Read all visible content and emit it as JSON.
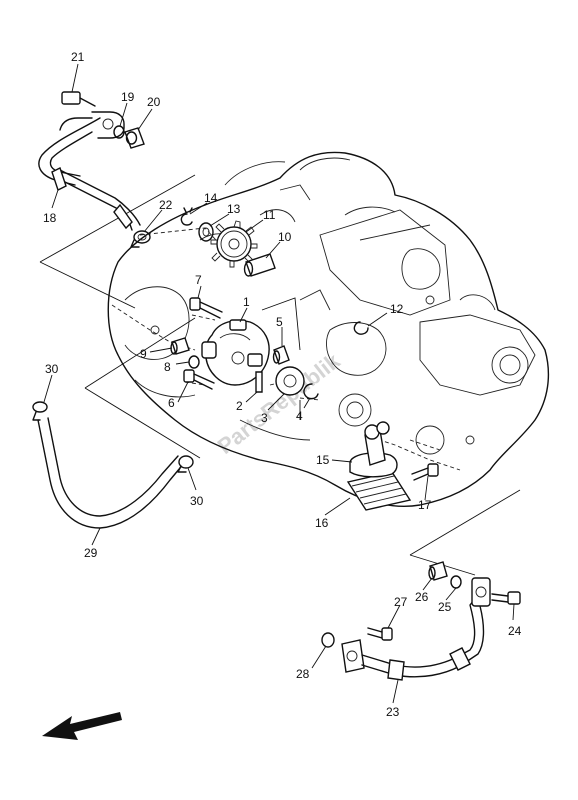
{
  "watermark": "PartsRepublik",
  "callouts": [
    {
      "id": "21",
      "label": "21"
    },
    {
      "id": "19",
      "label": "19"
    },
    {
      "id": "20",
      "label": "20"
    },
    {
      "id": "18",
      "label": "18"
    },
    {
      "id": "22",
      "label": "22"
    },
    {
      "id": "14",
      "label": "14"
    },
    {
      "id": "13",
      "label": "13"
    },
    {
      "id": "11",
      "label": "11"
    },
    {
      "id": "10",
      "label": "10"
    },
    {
      "id": "7",
      "label": "7"
    },
    {
      "id": "1",
      "label": "1"
    },
    {
      "id": "5",
      "label": "5"
    },
    {
      "id": "12",
      "label": "12"
    },
    {
      "id": "9",
      "label": "9"
    },
    {
      "id": "8",
      "label": "8"
    },
    {
      "id": "6",
      "label": "6"
    },
    {
      "id": "2",
      "label": "2"
    },
    {
      "id": "3",
      "label": "3"
    },
    {
      "id": "4",
      "label": "4"
    },
    {
      "id": "30a",
      "label": "30"
    },
    {
      "id": "30b",
      "label": "30"
    },
    {
      "id": "15",
      "label": "15"
    },
    {
      "id": "16",
      "label": "16"
    },
    {
      "id": "17",
      "label": "17"
    },
    {
      "id": "29",
      "label": "29"
    },
    {
      "id": "26",
      "label": "26"
    },
    {
      "id": "25",
      "label": "25"
    },
    {
      "id": "27",
      "label": "27"
    },
    {
      "id": "24",
      "label": "24"
    },
    {
      "id": "28",
      "label": "28"
    },
    {
      "id": "23",
      "label": "23"
    }
  ],
  "direction_arrow_icon": "arrow-front-left-icon"
}
